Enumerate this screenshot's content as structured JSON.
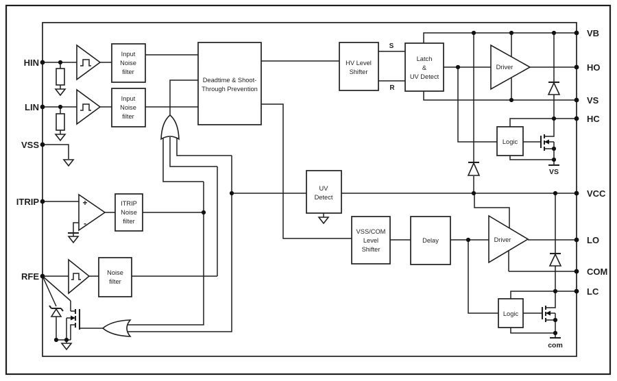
{
  "window": {
    "background": "#ffffff",
    "ink": "#1f1f1f"
  },
  "diagram_type": "gate-driver-ic-block-diagram",
  "pins": {
    "left": [
      {
        "label": "HIN"
      },
      {
        "label": "LIN"
      },
      {
        "label": "VSS"
      },
      {
        "label": "ITRIP"
      },
      {
        "label": "RFE"
      }
    ],
    "right": [
      {
        "label": "VB"
      },
      {
        "label": "HO"
      },
      {
        "label": "VS"
      },
      {
        "label": "HC"
      },
      {
        "label": "VCC"
      },
      {
        "label": "LO"
      },
      {
        "label": "COM"
      },
      {
        "label": "LC"
      }
    ]
  },
  "blocks": {
    "hin_filter": {
      "lines": [
        "Input",
        "Noise",
        "filter"
      ]
    },
    "lin_filter": {
      "lines": [
        "Input",
        "Noise",
        "filter"
      ]
    },
    "deadtime": {
      "lines": [
        "Deadtime & Shoot-",
        "Through Prevention"
      ]
    },
    "hv_level_shifter": {
      "lines": [
        "HV Level",
        "Shifter"
      ]
    },
    "latch_uv": {
      "lines": [
        "Latch",
        "&",
        "UV Detect"
      ]
    },
    "uv_detect": {
      "lines": [
        "UV",
        "Detect"
      ]
    },
    "vss_com_shifter": {
      "lines": [
        "VSS/COM",
        "Level",
        "Shifter"
      ]
    },
    "delay": {
      "label": "Delay"
    },
    "itrip_filter": {
      "lines": [
        "ITRIP",
        "Noise",
        "filter"
      ]
    },
    "rfe_filter": {
      "lines": [
        "Noise",
        "filter"
      ]
    },
    "logic_high": {
      "label": "Logic"
    },
    "logic_low": {
      "label": "Logic"
    },
    "driver_high": {
      "label": "Driver"
    },
    "driver_low": {
      "label": "Driver"
    }
  },
  "labels": {
    "set": "S",
    "reset": "R",
    "plus": "+",
    "minus": "-",
    "vs_rail": "VS",
    "com_rail": "com"
  }
}
